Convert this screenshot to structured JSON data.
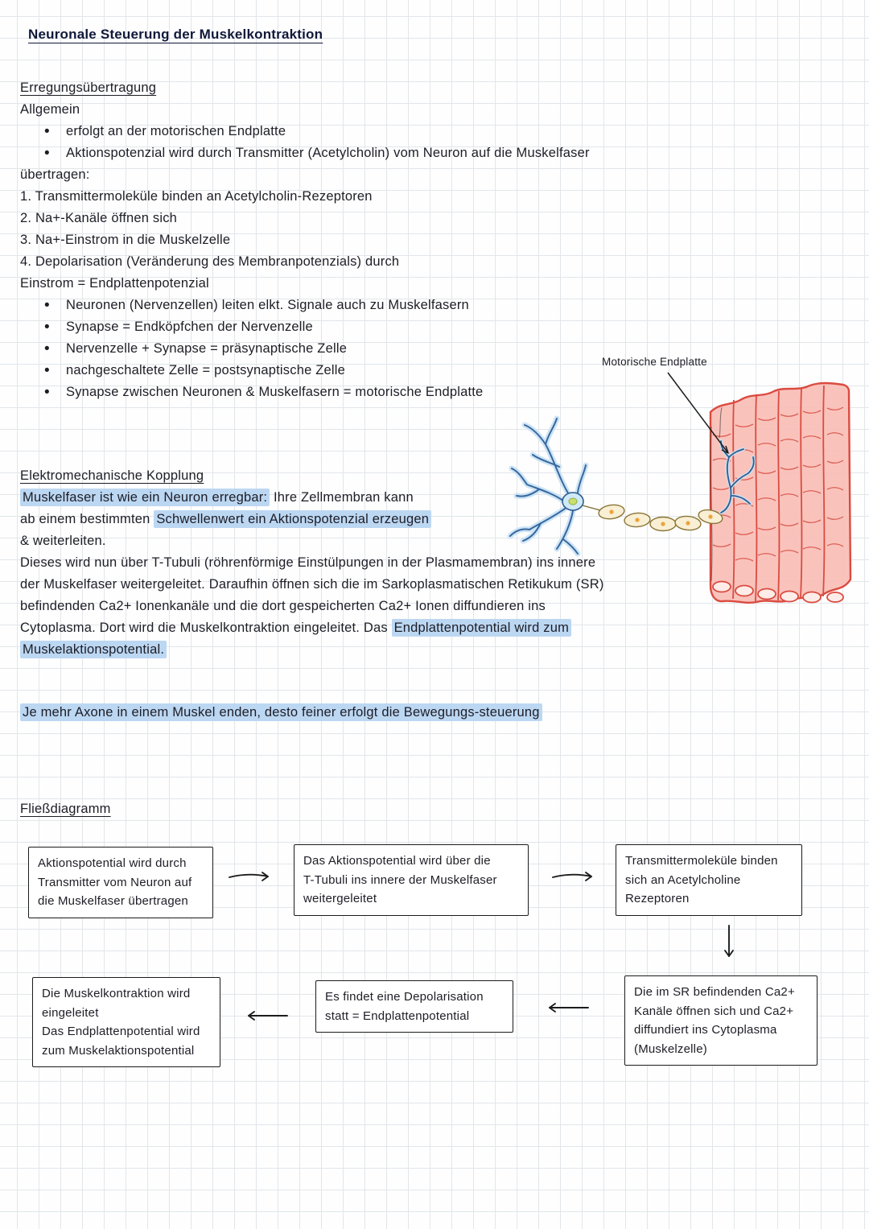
{
  "title": "Neuronale Steuerung der Muskelkontraktion",
  "erregung": {
    "heading": "Erregungsübertragung",
    "subheading": "Allgemein",
    "bullet1": "erfolgt an der motorischen Endplatte",
    "bullet2": "Aktionspotenzial wird durch Transmitter (Acetylcholin) vom Neuron auf die Muskelfaser",
    "bullet2_cont": "übertragen:",
    "num1": "1. Transmittermoleküle binden an Acetylcholin-Rezeptoren",
    "num2": "2. Na+-Kanäle öffnen sich",
    "num3": "3. Na+-Einstrom in die Muskelzelle",
    "num4": "4. Depolarisation (Veränderung des Membranpotenzials) durch",
    "num4_cont": "Einstrom = Endplattenpotenzial",
    "bullet3": "Neuronen (Nervenzellen) leiten elkt. Signale auch zu Muskelfasern",
    "bullet4": "Synapse = Endköpfchen der Nervenzelle",
    "bullet5": "Nervenzelle + Synapse = präsynaptische Zelle",
    "bullet6": "nachgeschaltete Zelle = postsynaptische Zelle",
    "bullet7": "Synapse zwischen Neuronen & Muskelfasern = motorische Endplatte"
  },
  "diagram": {
    "label": "Motorische Endplatte"
  },
  "kopplung": {
    "heading": "Elektromechanische Kopplung",
    "l1_hl": "Muskelfaser ist wie ein Neuron erregbar:",
    "l1_rest": " Ihre Zellmembran kann",
    "l2_pre": "ab einem bestimmten ",
    "l2_hl": "Schwellenwert ein Aktionspotenzial erzeugen",
    "l3": "& weiterleiten.",
    "l4": "Dieses wird nun über T-Tubuli (röhrenförmige Einstülpungen in der Plasmamembran) ins innere",
    "l5": "der Muskelfaser weitergeleitet. Daraufhin öffnen sich die im Sarkoplasmatischen Retikukum (SR)",
    "l6": "befindenden Ca2+ Ionenkanäle und die dort gespeicherten Ca2+ Ionen diffundieren ins",
    "l7_pre": "Cytoplasma. Dort wird die Muskelkontraktion eingeleitet. Das ",
    "l7_hl": "Endplattenpotential wird zum",
    "l8_hl": "Muskelaktionspotential."
  },
  "axone_note": "Je mehr Axone in einem Muskel enden, desto feiner erfolgt die Bewegungs-steuerung",
  "flow": {
    "heading": "Fließdiagramm",
    "box1": [
      "Aktionspotential wird durch",
      "Transmitter vom Neuron auf",
      "die Muskelfaser übertragen"
    ],
    "box2": [
      "Das Aktionspotential wird über die",
      "T-Tubuli ins innere der Muskelfaser",
      "weitergeleitet"
    ],
    "box3": [
      "Transmittermoleküle binden",
      "sich an Acetylcholine",
      "Rezeptoren"
    ],
    "box4": [
      "Die im SR befindenden Ca2+",
      "Kanäle öffnen sich und Ca2+",
      "diffundiert ins Cytoplasma",
      "(Muskelzelle)"
    ],
    "box5": [
      "Es findet eine Depolarisation",
      "statt = Endplattenpotential"
    ],
    "box6": [
      "Die Muskelkontraktion wird",
      "eingeleitet",
      "Das Endplattenpotential wird",
      "zum Muskelaktionspotential"
    ]
  },
  "colors": {
    "highlight": "#bcd7f2",
    "ink": "#1d1d26",
    "muscle_fill": "#f8beb6",
    "muscle_stroke": "#db4b40",
    "neuron_stroke": "#2e5c8f",
    "myelin_fill": "#f9efd4",
    "nucleus_fill": "#c9df6e"
  }
}
